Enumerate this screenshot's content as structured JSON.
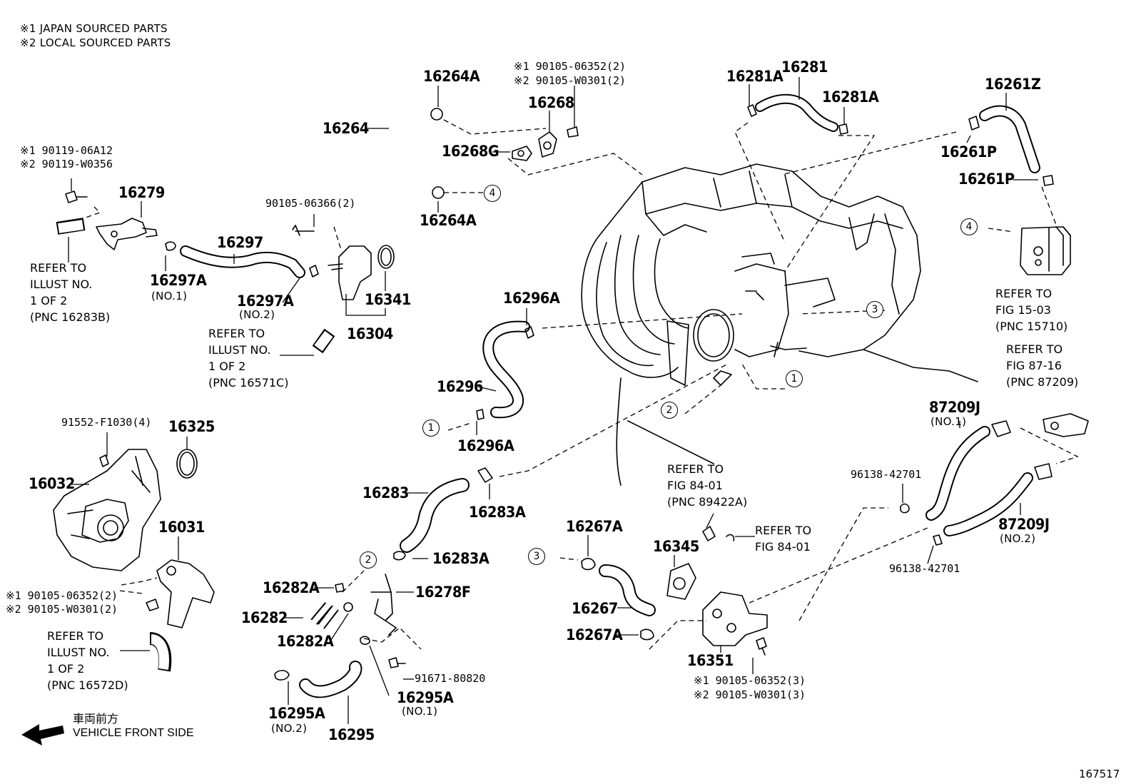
{
  "legend": {
    "line1": "※1  JAPAN SOURCED PARTS",
    "line2": "※2  LOCAL SOURCED PARTS"
  },
  "parts": {
    "p16264A_top": "16264A",
    "p16264": "16264",
    "p16264A_bot": "16264A",
    "p16268": "16268",
    "p16268G": "16268G",
    "bolt_16268_a": "※1 90105-06352(2)",
    "bolt_16268_b": "※2 90105-W0301(2)",
    "p16281A_l": "16281A",
    "p16281": "16281",
    "p16281A_r": "16281A",
    "p16261Z": "16261Z",
    "p16261P_a": "16261P",
    "p16261P_b": "16261P",
    "bolt_16279_a": "※1 90119-06A12",
    "bolt_16279_b": "※2 90119-W0356",
    "p16279": "16279",
    "p90105_06366": "90105-06366(2)",
    "p16297": "16297",
    "p16297A_1": "16297A",
    "p16297A_1_sub": "(NO.1)",
    "p16297A_2": "16297A",
    "p16297A_2_sub": "(NO.2)",
    "p16341": "16341",
    "p16304": "16304",
    "p16296A_top": "16296A",
    "p16296": "16296",
    "p16296A_bot": "16296A",
    "p91552": "91552-F1030(4)",
    "p16325": "16325",
    "p16032": "16032",
    "p16031": "16031",
    "bolt_16031_a": "※1 90105-06352(2)",
    "bolt_16031_b": "※2 90105-W0301(2)",
    "p16283": "16283",
    "p16283A_a": "16283A",
    "p16283A_b": "16283A",
    "p16282A_a": "16282A",
    "p16282": "16282",
    "p16282A_b": "16282A",
    "p16278F": "16278F",
    "p91671": "91671-80820",
    "p16295A_1": "16295A",
    "p16295A_1_sub": "(NO.1)",
    "p16295A_2": "16295A",
    "p16295A_2_sub": "(NO.2)",
    "p16295": "16295",
    "p16267A_a": "16267A",
    "p16267": "16267",
    "p16267A_b": "16267A",
    "p16345": "16345",
    "p16351": "16351",
    "bolt_16351_a": "※1 90105-06352(3)",
    "bolt_16351_b": "※2 90105-W0301(3)",
    "p87209J_1": "87209J",
    "p87209J_1_sub": "(NO.1)",
    "p87209J_2": "87209J",
    "p87209J_2_sub": "(NO.2)",
    "p96138_a": "96138-42701",
    "p96138_b": "96138-42701"
  },
  "refs": {
    "ref_16283B": [
      "REFER TO",
      "ILLUST NO.",
      "1 OF 2",
      "(PNC 16283B)"
    ],
    "ref_16571C": [
      "REFER TO",
      "ILLUST NO.",
      "1 OF 2",
      "(PNC 16571C)"
    ],
    "ref_16572D": [
      "REFER TO",
      "ILLUST NO.",
      "1 OF 2",
      "(PNC 16572D)"
    ],
    "ref_15710": [
      "REFER TO",
      "FIG 15-03",
      "(PNC 15710)"
    ],
    "ref_87209": [
      "REFER TO",
      "FIG 87-16",
      "(PNC 87209)"
    ],
    "ref_89422A": [
      "REFER TO",
      "FIG 84-01",
      "(PNC 89422A)"
    ],
    "ref_8401": [
      "REFER TO",
      "FIG 84-01"
    ]
  },
  "callouts": [
    "1",
    "1",
    "2",
    "2",
    "3",
    "3",
    "4",
    "4"
  ],
  "front": {
    "jp": "車両前方",
    "en": "VEHICLE FRONT SIDE"
  },
  "figure_id": "167517"
}
